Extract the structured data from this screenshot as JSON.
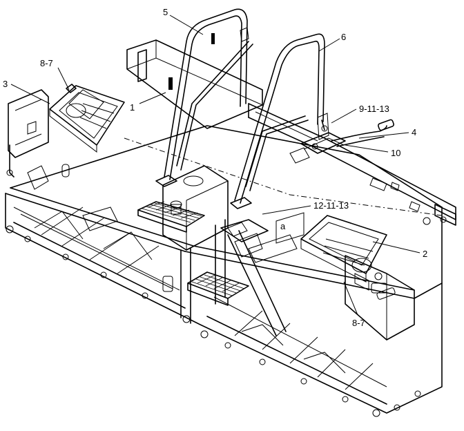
{
  "diagram": {
    "callouts": [
      {
        "id": "c1",
        "text": "1"
      },
      {
        "id": "c2",
        "text": "2"
      },
      {
        "id": "c3",
        "text": "3"
      },
      {
        "id": "c4",
        "text": "4"
      },
      {
        "id": "c5",
        "text": "5"
      },
      {
        "id": "c6",
        "text": "6"
      },
      {
        "id": "c7",
        "text": "8-7"
      },
      {
        "id": "c8",
        "text": "8-7"
      },
      {
        "id": "c9",
        "text": "9-11-13"
      },
      {
        "id": "c10",
        "text": "10"
      },
      {
        "id": "c11",
        "text": "12-11-13"
      },
      {
        "id": "c12",
        "text": "a"
      }
    ]
  }
}
